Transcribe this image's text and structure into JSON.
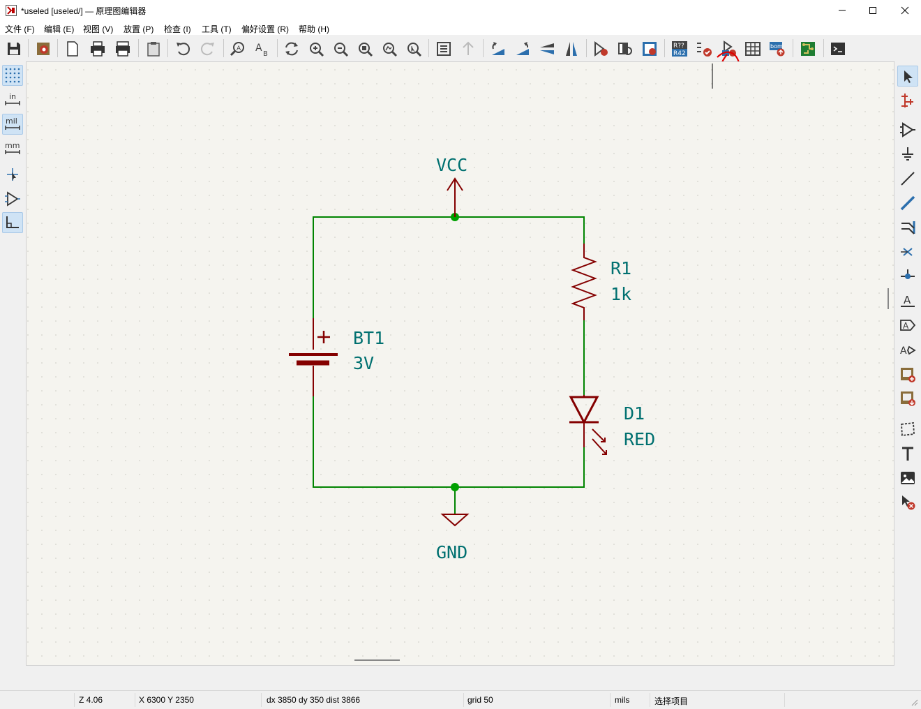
{
  "window": {
    "title": "*useled [useled/] — 原理图编辑器"
  },
  "menu": [
    {
      "label": "文件 (F)"
    },
    {
      "label": "编辑 (E)"
    },
    {
      "label": "视图 (V)"
    },
    {
      "label": "放置 (P)"
    },
    {
      "label": "检查 (I)"
    },
    {
      "label": "工具 (T)"
    },
    {
      "label": "偏好设置 (R)"
    },
    {
      "label": "帮助 (H)"
    }
  ],
  "toolbar": {
    "annotate_label_top": "R??",
    "annotate_label_bottom": "R42",
    "bom_label": "bom"
  },
  "left_toolbar": {
    "units_in": "in",
    "units_mil": "mil",
    "units_mm": "mm"
  },
  "schematic": {
    "power_top": "VCC",
    "power_bottom": "GND",
    "components": [
      {
        "ref": "BT1",
        "value": "3V"
      },
      {
        "ref": "R1",
        "value": "1k"
      },
      {
        "ref": "D1",
        "value": "RED"
      }
    ]
  },
  "colors": {
    "wire": "#008400",
    "symbol": "#840000",
    "text": "#007070",
    "junction": "#00a000",
    "annotation_circle": "#e00000"
  },
  "status": {
    "zoom": "Z 4.06",
    "cursor": "X 6300  Y 2350",
    "delta": "dx 3850  dy 350  dist 3866",
    "grid": "grid 50",
    "units": "mils",
    "mode": "选择项目"
  }
}
